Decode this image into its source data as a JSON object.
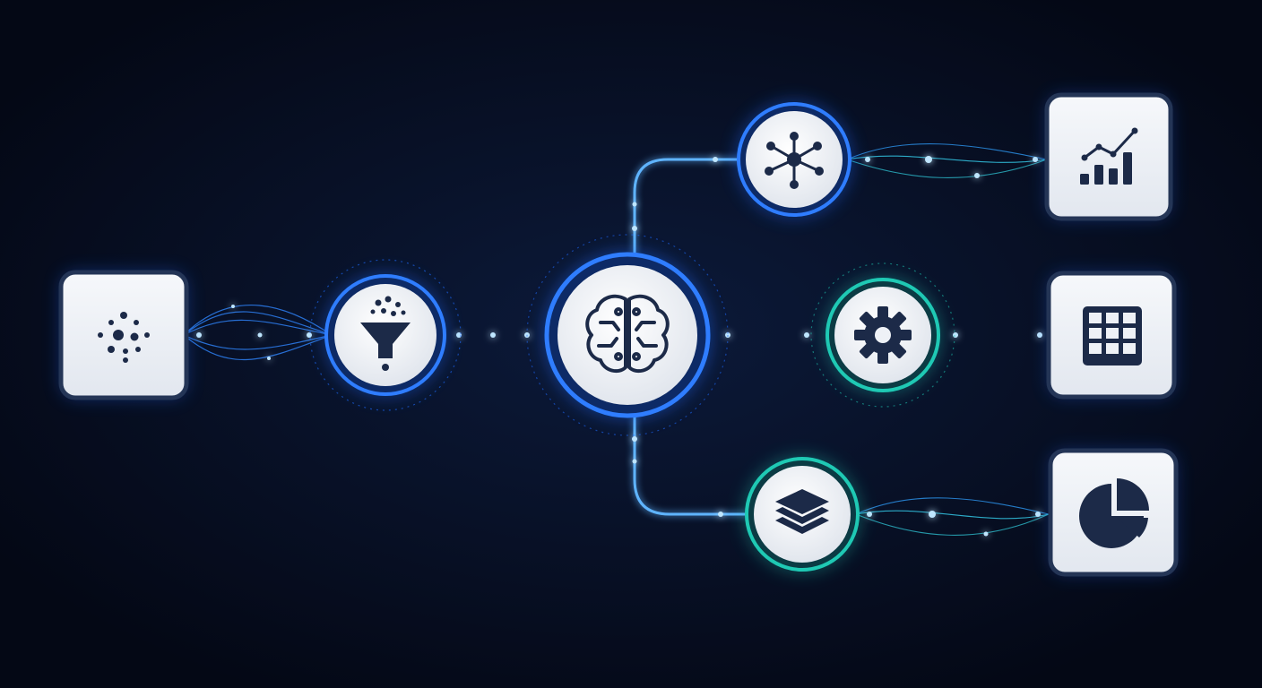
{
  "colors": {
    "background": "#050a18",
    "card_fill": "#eef1f6",
    "card_border": "#243556",
    "icon_ink": "#1c2a48",
    "glow_blue": "#1e6bff",
    "glow_light_blue": "#5fb4ff",
    "glow_teal": "#1fc9b4",
    "glow_cyan": "#39e0ff"
  },
  "nodes": [
    {
      "id": "data-source",
      "shape": "rounded-square",
      "icon": "scatter-dots-icon",
      "accent": "blue"
    },
    {
      "id": "filter",
      "shape": "circle",
      "icon": "funnel-icon",
      "accent": "blue"
    },
    {
      "id": "ai-core",
      "shape": "circle",
      "icon": "brain-circuit-icon",
      "accent": "blue"
    },
    {
      "id": "network",
      "shape": "circle",
      "icon": "network-hub-icon",
      "accent": "blue"
    },
    {
      "id": "settings",
      "shape": "circle",
      "icon": "gear-icon",
      "accent": "teal"
    },
    {
      "id": "layers",
      "shape": "circle",
      "icon": "layers-icon",
      "accent": "teal"
    },
    {
      "id": "output-trend",
      "shape": "rounded-square",
      "icon": "bar-trend-chart-icon",
      "accent": "blue"
    },
    {
      "id": "output-table",
      "shape": "rounded-square",
      "icon": "table-grid-icon",
      "accent": "blue"
    },
    {
      "id": "output-pie",
      "shape": "rounded-square",
      "icon": "pie-chart-icon",
      "accent": "blue"
    }
  ],
  "connections": [
    {
      "from": "data-source",
      "to": "filter",
      "style": "glow-streams"
    },
    {
      "from": "filter",
      "to": "ai-core",
      "style": "glow-line"
    },
    {
      "from": "ai-core",
      "to": "network",
      "style": "elbow-up"
    },
    {
      "from": "ai-core",
      "to": "settings",
      "style": "glow-line"
    },
    {
      "from": "ai-core",
      "to": "layers",
      "style": "elbow-down"
    },
    {
      "from": "network",
      "to": "output-trend",
      "style": "glow-streams"
    },
    {
      "from": "settings",
      "to": "output-table",
      "style": "glow-line"
    },
    {
      "from": "layers",
      "to": "output-pie",
      "style": "glow-streams"
    }
  ]
}
